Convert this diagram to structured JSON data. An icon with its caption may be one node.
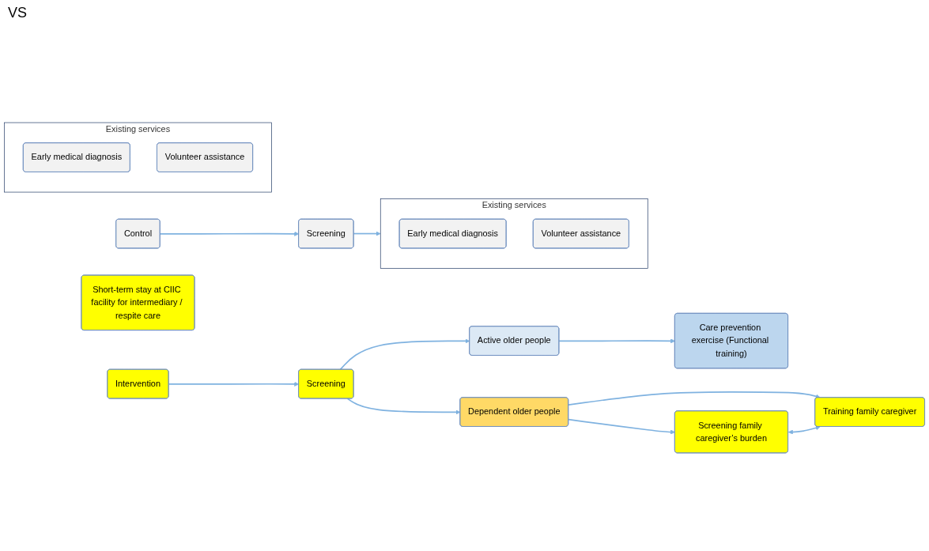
{
  "diagram": {
    "nodes": [
      {
        "text": [
          "Intervention"
        ]
      },
      {
        "text": [
          "Screening"
        ]
      },
      {
        "text": [
          "Active older people"
        ]
      },
      {
        "text": [
          "Care prevention exercise (Functional training)"
        ]
      },
      {
        "text": [
          "Dependent older people"
        ]
      },
      {
        "text": [
          "Screening family caregiver’s burden"
        ]
      },
      {
        "text": [
          "Training family caregiver"
        ]
      },
      {
        "text": [
          "Short-term stay at CIIC facility for intermediary / respite care"
        ]
      },
      {
        "text": [
          "Control"
        ]
      },
      {
        "text": [
          "Screening"
        ]
      },
      {
        "text": [
          "Existing services"
        ]
      },
      {
        "text": [
          "Early medical diagnosis"
        ],
        "in": 10
      },
      {
        "text": [
          "Volunteer assistance"
        ],
        "in": 10
      },
      {
        "text": [
          "Existing services"
        ]
      },
      {
        "text": [
          "Early medical diagnosis"
        ],
        "in": 13
      },
      {
        "text": [
          "Volunteer assistance"
        ],
        "in": 13
      }
    ],
    "edges": [
      {
        "from": 0,
        "to": 1,
        "arrow": "to"
      },
      {
        "from": 1,
        "to": 2,
        "arrow": "to"
      },
      {
        "from": 2,
        "to": 3,
        "arrow": "to"
      },
      {
        "from": 1,
        "to": 4,
        "arrow": "to"
      },
      {
        "from": 4,
        "to": 5,
        "arrow": "to"
      },
      {
        "from": 4,
        "to": 6,
        "arrow": "to"
      },
      {
        "from": 5,
        "to": 6,
        "arrow": "both"
      },
      {
        "from": 8,
        "to": 9,
        "arrow": "to"
      },
      {
        "from": 9,
        "to": 10,
        "arrow": "to"
      }
    ],
    "labels": [
      "VS"
    ]
  }
}
